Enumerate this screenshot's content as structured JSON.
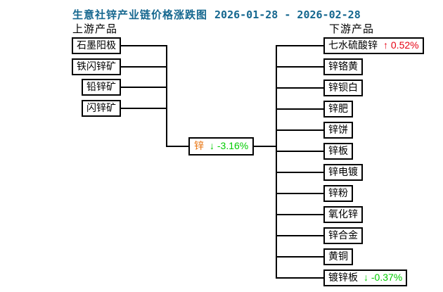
{
  "title": {
    "text": "生意社锌产业链价格涨跌图",
    "date_range": "2026-01-28 - 2026-02-28"
  },
  "upstream": {
    "label": "上游产品",
    "items": [
      {
        "name": "石墨阳极"
      },
      {
        "name": "铁闪锌矿"
      },
      {
        "name": "铅锌矿"
      },
      {
        "name": "闪锌矿"
      }
    ]
  },
  "center": {
    "name": "锌",
    "change_text": "↓ -3.16%",
    "direction": "down"
  },
  "downstream": {
    "label": "下游产品",
    "items": [
      {
        "name": "七水硫酸锌",
        "change_text": "↑ 0.52%",
        "direction": "up"
      },
      {
        "name": "锌铬黄"
      },
      {
        "name": "锌钡白"
      },
      {
        "name": "锌肥"
      },
      {
        "name": "锌饼"
      },
      {
        "name": "锌板"
      },
      {
        "name": "锌电镀"
      },
      {
        "name": "锌粉"
      },
      {
        "name": "氧化锌"
      },
      {
        "name": "锌合金"
      },
      {
        "name": "黄铜"
      },
      {
        "name": "镀锌板",
        "change_text": "↓ -0.37%",
        "direction": "down"
      }
    ]
  },
  "colors": {
    "title": "#15678f",
    "up": "#e60012",
    "down": "#00cc00",
    "center-name": "#e8710a",
    "line": "#000000"
  }
}
